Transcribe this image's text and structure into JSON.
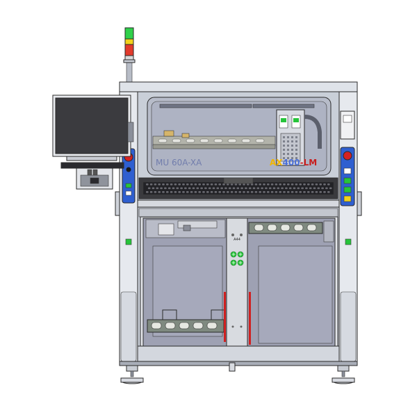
{
  "machine": {
    "model_label": "AX400-LM",
    "model_prefix": "AX",
    "model_number": "400",
    "model_suffix": "-LM",
    "ghost_label": "MU 60A-XA",
    "center_tag": "A44"
  },
  "signal_tower": {
    "lights": [
      "green",
      "yellow",
      "red"
    ]
  },
  "colors": {
    "frame": "#c9cfd8",
    "frame_dark": "#8c93a1",
    "glass": "#b7bcc9",
    "interior": "#9ea1b3",
    "panel_blue": "#2f5fd0",
    "estop_red": "#d42222",
    "indicator_green": "#27c43b",
    "tower_green": "#2fd04a",
    "tower_yellow": "#f2d21b",
    "tower_red": "#e23b2c",
    "label_yellow": "#f2b600",
    "label_red": "#c81e1e",
    "ghost_text": "#6673a8"
  }
}
